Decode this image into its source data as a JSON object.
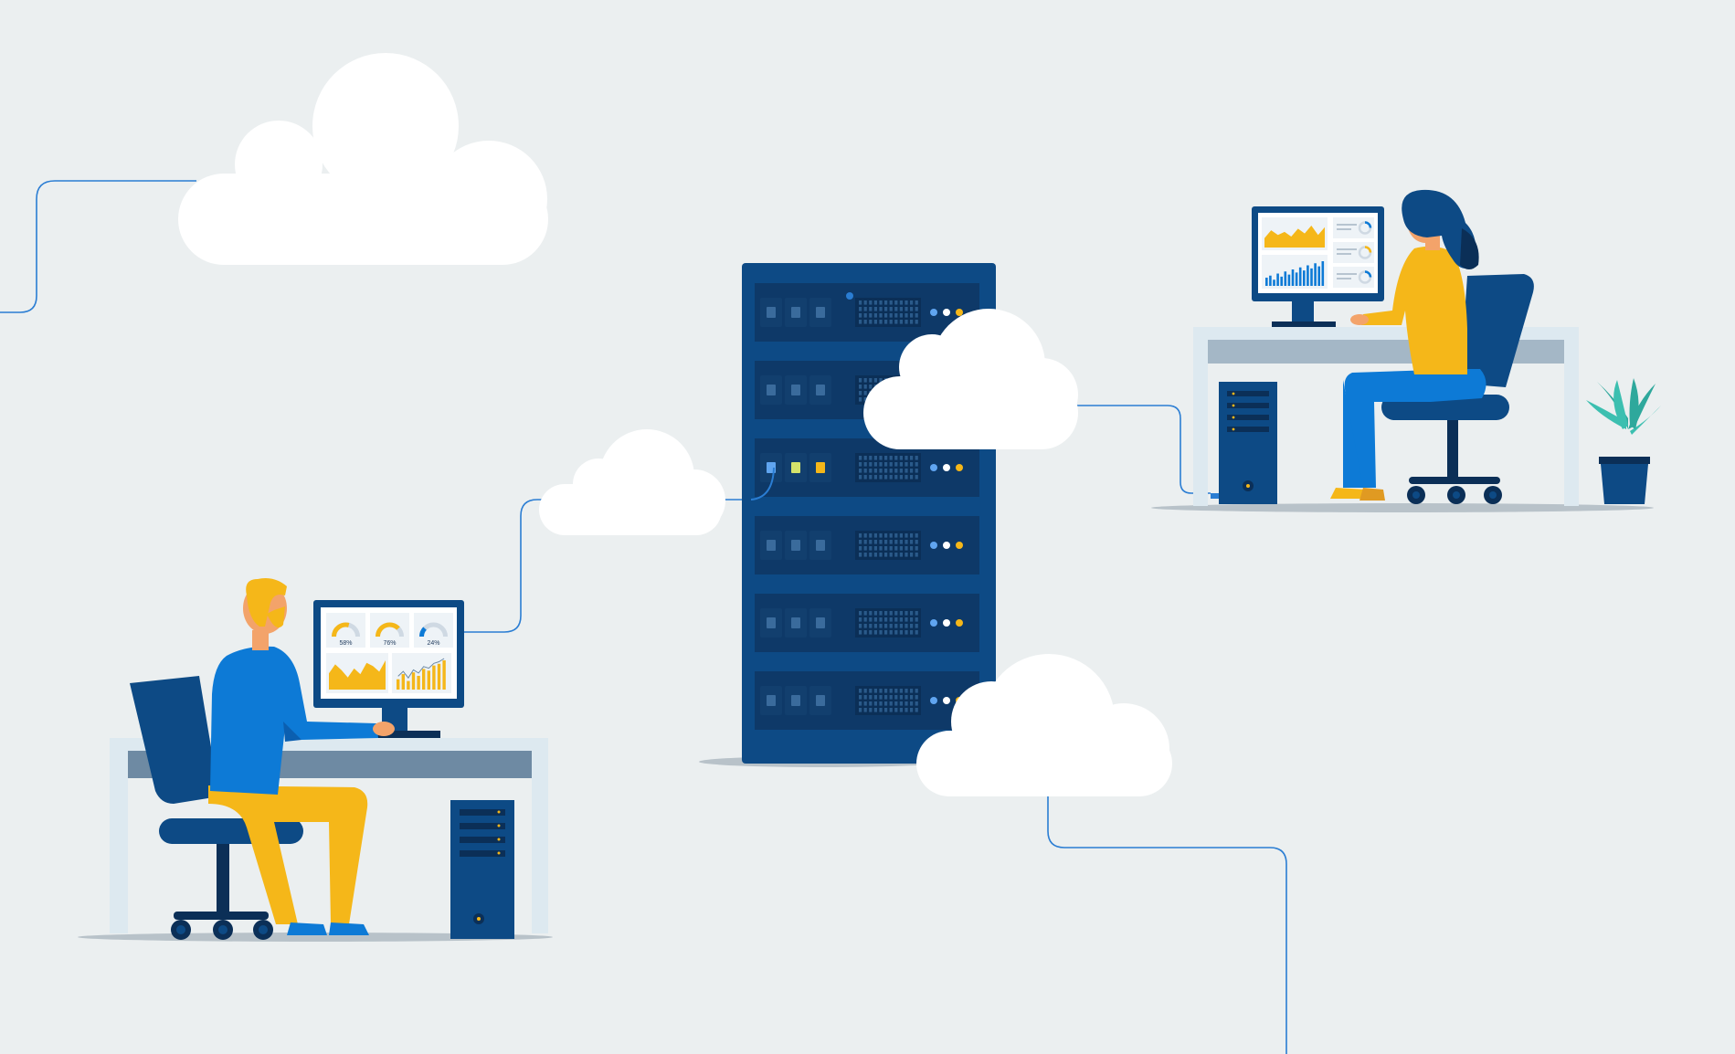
{
  "scene": {
    "background": "#ebeff0",
    "illustration": "cloud-network-server-illustration"
  },
  "colors": {
    "navy": "#0d4a85",
    "dark_navy": "#0b2f57",
    "server_panel": "#0e3968",
    "blue": "#0d7ad6",
    "yellow": "#f5b719",
    "cloud": "#ffffff",
    "desk": "#dde9f0",
    "desk_top": "#6e8aa3",
    "connector_line": "#2a7dd3"
  },
  "server_rack": {
    "unit_count": 6,
    "indicator_colors": [
      "#60a5f0",
      "#ffffff",
      "#f5b719"
    ]
  },
  "left_workstation": {
    "person": "man-in-blue-shirt-and-yellow-pants",
    "monitor": {
      "gauges": [
        {
          "label": "58%",
          "value": 58
        },
        {
          "label": "76%",
          "value": 76
        },
        {
          "label": "24%",
          "value": 24
        }
      ],
      "area_chart": [
        40,
        62,
        48,
        30,
        52,
        38,
        66,
        58,
        44,
        72
      ],
      "bar_chart": [
        12,
        18,
        10,
        20,
        16,
        24,
        22,
        28,
        30,
        34
      ]
    }
  },
  "right_workstation": {
    "person": "woman-in-yellow-top-and-blue-pants",
    "monitor": {
      "area_chart": [
        30,
        55,
        40,
        50,
        35,
        60,
        45,
        70,
        40,
        65
      ],
      "bar_chart": [
        8,
        10,
        6,
        12,
        9,
        14,
        11,
        16,
        13,
        18,
        15,
        20,
        17,
        22,
        19,
        24
      ]
    },
    "plant": "potted-plant"
  }
}
